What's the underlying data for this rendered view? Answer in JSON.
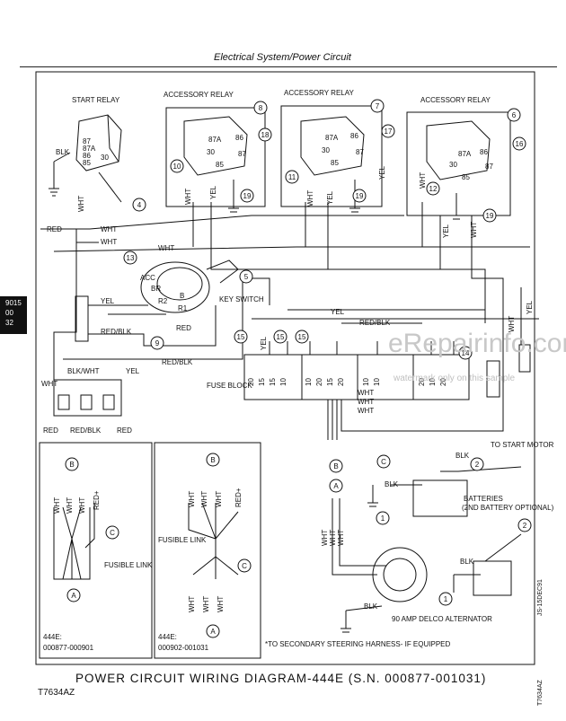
{
  "header": {
    "section_title": "Electrical System/Power Circuit"
  },
  "side_tab": {
    "lines": [
      "9015",
      "00",
      "32"
    ]
  },
  "components": {
    "start_relay": "START RELAY",
    "accessory_relay": "ACCESSORY RELAY",
    "key_switch": "KEY SWITCH",
    "fuse_block": "FUSE BLOCK",
    "fusible_link": "FUSIBLE LINK",
    "batteries": "BATTERIES",
    "batteries_note": "(2ND BATTERY OPTIONAL)",
    "alternator": "90 AMP DELCO ALTERNATOR",
    "to_start_motor": "TO START MOTOR"
  },
  "wire_colors": {
    "wht": "WHT",
    "yel": "YEL",
    "red": "RED",
    "blk": "BLK",
    "red_blk": "RED/BLK",
    "blk_wht": "BLK/WHT",
    "red_plus": "RED+"
  },
  "relay_pins": {
    "p87": "87",
    "p87a": "87A",
    "p86": "86",
    "p85": "85",
    "p30": "30"
  },
  "key_switch_terms": {
    "acc": "ACC",
    "br": "BR",
    "r2": "R2",
    "r1": "R1",
    "b": "B"
  },
  "fuse_numbers": [
    "20",
    "15",
    "15",
    "10",
    "10",
    "20",
    "15",
    "20",
    "10",
    "10",
    "20",
    "10",
    "20"
  ],
  "callouts": [
    "1",
    "2",
    "4",
    "5",
    "6",
    "7",
    "8",
    "9",
    "10",
    "11",
    "12",
    "13",
    "14",
    "15",
    "16",
    "17",
    "18",
    "19"
  ],
  "connector_letters": [
    "A",
    "B",
    "C"
  ],
  "inset_1": {
    "model": "444E:",
    "serial": "000877-000901"
  },
  "inset_2": {
    "model": "444E:",
    "serial": "000902-001031"
  },
  "footnote": "*TO SECONDARY STEERING HARNESS- IF EQUIPPED",
  "diagram_title": "POWER CIRCUIT WIRING DIAGRAM-444E (S.N. 000877-001031)",
  "figure_id": "T7634AZ",
  "watermark": "eRepairinfo.com",
  "watermark_sub": "watermark only on this sample",
  "side_ids": [
    "JS-15DEC91",
    "T7634AZ"
  ]
}
